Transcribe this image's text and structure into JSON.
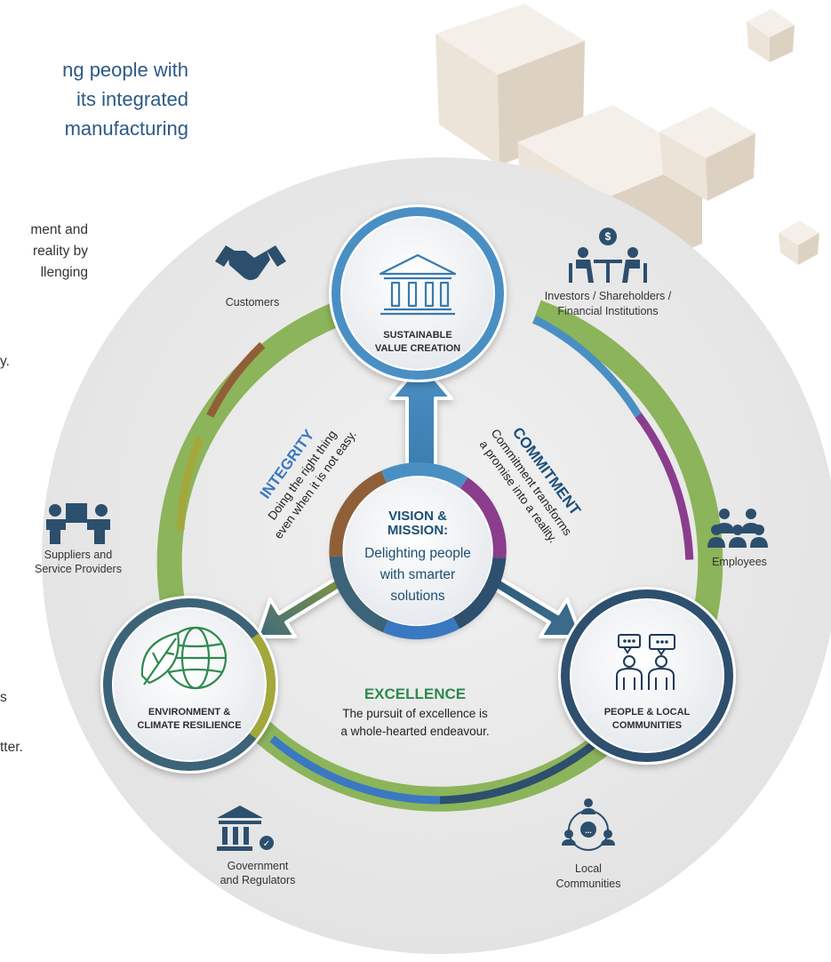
{
  "heading_lines": [
    "ng people with",
    "its  integrated",
    "manufacturing"
  ],
  "side_text": {
    "upper_lines": [
      "ment and",
      "reality by",
      "llenging"
    ],
    "upper_tail": "y.",
    "lower_lines": [
      "s",
      "tter."
    ]
  },
  "center": {
    "title_lines": [
      "VISION &",
      "MISSION:"
    ],
    "body_lines": [
      "Delighting people",
      "with smarter",
      "solutions"
    ]
  },
  "nodes": {
    "top": [
      "SUSTAINABLE",
      "VALUE CREATION"
    ],
    "left": [
      "ENVIRONMENT &",
      "CLIMATE RESILIENCE"
    ],
    "right": [
      "PEOPLE & LOCAL",
      "COMMUNITIES"
    ]
  },
  "values": {
    "integrity": {
      "title": "INTEGRITY",
      "lines": [
        "Doing the right thing",
        "even when it is not easy."
      ]
    },
    "commitment": {
      "title": "COMMITMENT",
      "lines": [
        "Commitment transforms",
        "a promise into a reality."
      ]
    },
    "excellence": {
      "title": "EXCELLENCE",
      "lines": [
        "The pursuit of excellence is",
        "a whole-hearted endeavour."
      ]
    }
  },
  "stakeholders": {
    "customers": [
      "Customers"
    ],
    "investors": [
      "Investors / Shareholders /",
      "Financial Institutions"
    ],
    "suppliers": [
      "Suppliers and",
      "Service Providers"
    ],
    "employees": [
      "Employees"
    ],
    "government": [
      "Government",
      "and Regulators"
    ],
    "communities": [
      "Local",
      "Communities"
    ]
  },
  "colors": {
    "navy": "#2c5a86",
    "teal_blue": "#4a8fc4",
    "green": "#8cb45a",
    "brown": "#8f6038",
    "olive": "#a3a83a",
    "purple": "#8a3d8c",
    "slate": "#3d6378",
    "dark_navy": "#2e4f6e",
    "integrity": "#3a78c2",
    "commitment": "#1c4f7a",
    "excellence": "#2e8a4e"
  }
}
